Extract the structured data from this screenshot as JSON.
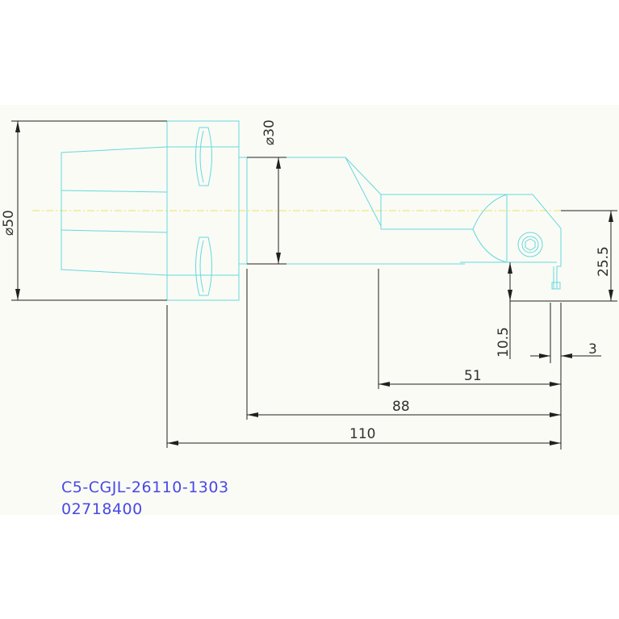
{
  "drawing": {
    "part_code": "C5-CGJL-26110-1303",
    "part_number": "02718400",
    "colors": {
      "geometry": "#66d8e0",
      "dimension": "#202020",
      "centerline": "#f0e060",
      "code_text": "#4848e8",
      "sheet": "#fafbf5"
    }
  },
  "dimensions": {
    "shank_diameter": "⌀50",
    "bar_diameter": "⌀30",
    "cutting_height": "25.5",
    "insert_height": "10.5",
    "insert_offset": "3",
    "length_51": "51",
    "length_88": "88",
    "overall_length": "110"
  }
}
